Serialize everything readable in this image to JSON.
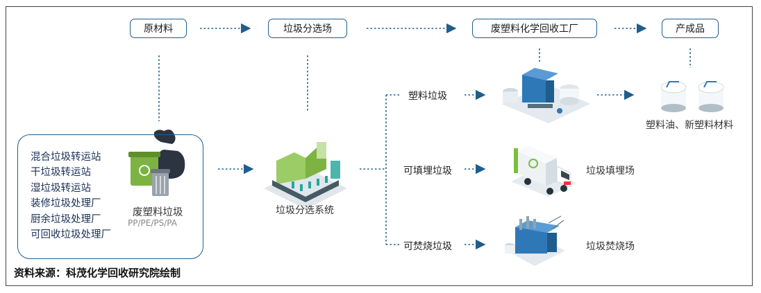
{
  "top_stages": {
    "raw_material": "原材料",
    "sorting_site": "垃圾分选场",
    "chem_plant": "废塑料化学回收工厂",
    "product": "产成品"
  },
  "source": {
    "items": [
      "混合垃圾转运站",
      "干垃圾转运站",
      "湿垃圾转运站",
      "装修垃圾处理厂",
      "厨余垃圾处理厂",
      "可回收垃圾处理厂"
    ],
    "waste_label": "废塑料垃圾",
    "plastic_types": "PP/PE/PS/PA"
  },
  "sorting_system_label": "垃圾分选系统",
  "branches": {
    "plastic": "塑料垃圾",
    "landfill_waste": "可填埋垃圾",
    "incinerable_waste": "可焚烧垃圾"
  },
  "destinations": {
    "product_output": "塑料油、新塑料材料",
    "landfill_site": "垃圾填埋场",
    "incineration_site": "垃圾焚烧场"
  },
  "footer": "资料来源：科茂化学回收研究院绘制",
  "colors": {
    "border": "#1f5d8c",
    "arrow": "#1f5d8c",
    "plant_blue": "#2f78b8",
    "truck_green": "#7bbf3a"
  }
}
